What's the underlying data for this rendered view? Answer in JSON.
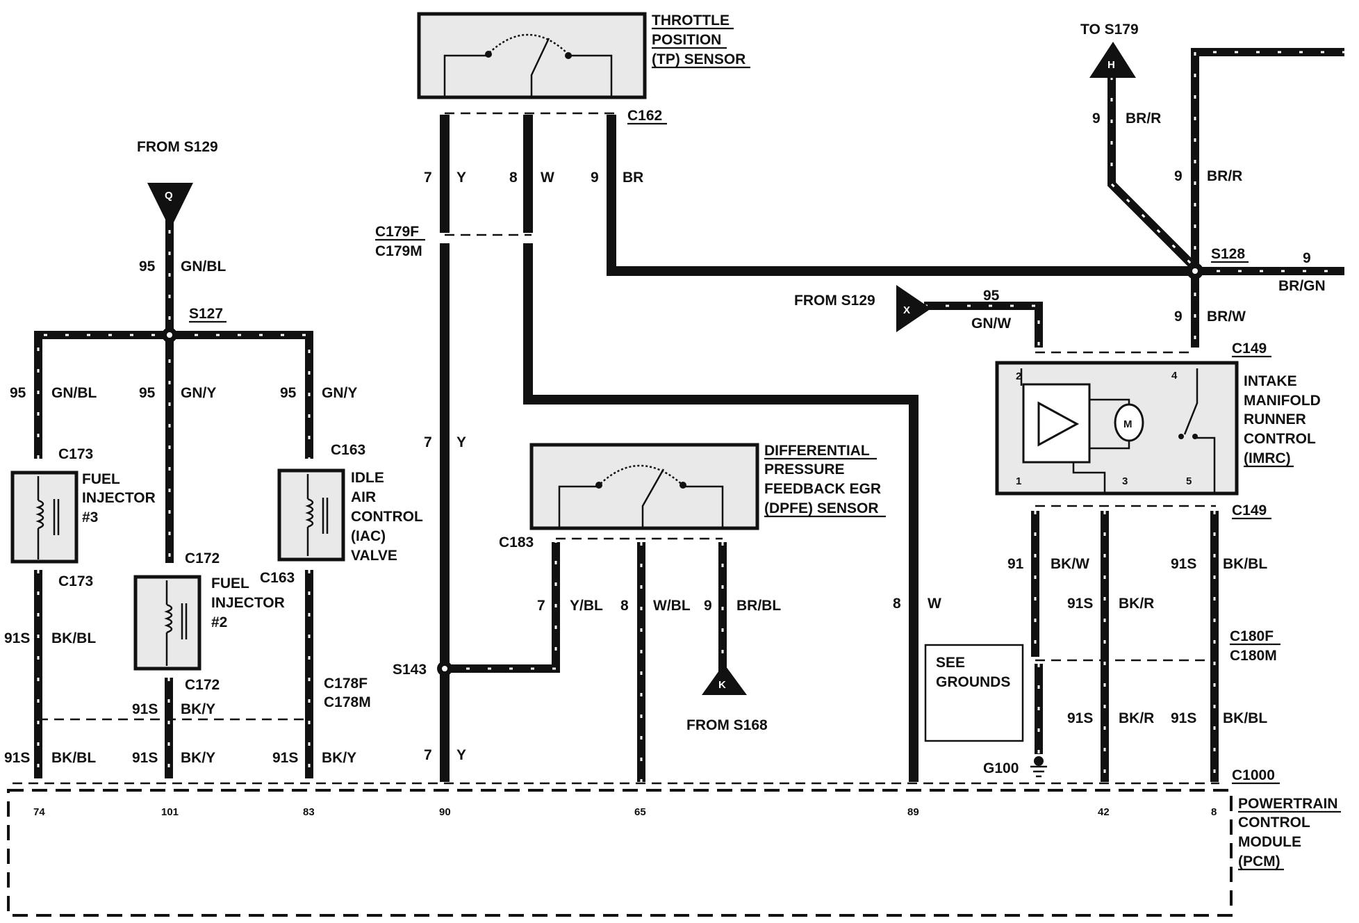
{
  "components": {
    "tp_sensor": [
      "THROTTLE",
      "POSITION",
      "(TP) SENSOR"
    ],
    "dpfe_sensor": [
      "DIFFERENTIAL",
      "PRESSURE",
      "FEEDBACK EGR",
      "(DPFE) SENSOR"
    ],
    "imrc": [
      "INTAKE",
      "MANIFOLD",
      "RUNNER",
      "CONTROL",
      "(IMRC)"
    ],
    "fuel_injector_3": [
      "FUEL",
      "INJECTOR",
      "#3"
    ],
    "fuel_injector_2": [
      "FUEL",
      "INJECTOR",
      "#2"
    ],
    "iac_valve": [
      "IDLE",
      "AIR",
      "CONTROL",
      "(IAC)",
      "VALVE"
    ],
    "pcm": [
      "POWERTRAIN",
      "CONTROL",
      "MODULE",
      "(PCM)"
    ],
    "see_grounds": [
      "SEE",
      "GROUNDS"
    ],
    "imrc_motor": "M"
  },
  "references": {
    "from_s129_left": "FROM S129",
    "from_s129_right": "FROM S129",
    "to_s179": "TO S179",
    "from_s168": "FROM S168",
    "q": "Q",
    "x": "X",
    "h": "H",
    "k": "K"
  },
  "connectors": {
    "c162": "C162",
    "c179f": "C179F",
    "c179m": "C179M",
    "c173_top": "C173",
    "c173_bottom": "C173",
    "c172_top": "C172",
    "c172_bottom": "C172",
    "c163_top": "C163",
    "c163_bottom": "C163",
    "c178f": "C178F",
    "c178m": "C178M",
    "c183": "C183",
    "c149_top": "C149",
    "c149_bottom": "C149",
    "c180f": "C180F",
    "c180m": "C180M",
    "c1000": "C1000"
  },
  "splices": {
    "s127": "S127",
    "s128": "S128",
    "s143": "S143"
  },
  "ground": "G100",
  "imrc_pins": [
    "2",
    "4",
    "1",
    "3",
    "5"
  ],
  "wires": {
    "tp_7": [
      "7",
      "Y"
    ],
    "tp_8": [
      "8",
      "W"
    ],
    "tp_9": [
      "9",
      "BR"
    ],
    "y_mid": [
      "7",
      "Y"
    ],
    "y_bot": [
      "7",
      "Y"
    ],
    "q_feed": [
      "95",
      "GN/BL"
    ],
    "inj3_feed": [
      "95",
      "GN/BL"
    ],
    "inj2_feed": [
      "95",
      "GN/Y"
    ],
    "iac_feed": [
      "95",
      "GN/Y"
    ],
    "inj3_out": [
      "91S",
      "BK/BL"
    ],
    "inj2_out": [
      "91S",
      "BK/Y"
    ],
    "pcm74": [
      "91S",
      "BK/BL"
    ],
    "pcm101": [
      "91S",
      "BK/Y"
    ],
    "pcm83": [
      "91S",
      "BK/Y"
    ],
    "dpfe_7": [
      "7",
      "Y/BL"
    ],
    "dpfe_8": [
      "8",
      "W/BL"
    ],
    "dpfe_9": [
      "9",
      "BR/BL"
    ],
    "w_89": [
      "8",
      "W"
    ],
    "x_feed": [
      "95",
      "GN/W"
    ],
    "h_wire": [
      "9",
      "BR/R"
    ],
    "top_right": [
      "9",
      "BR/R"
    ],
    "s128_right": [
      "9",
      "BR/GN"
    ],
    "s128_down": [
      "9",
      "BR/W"
    ],
    "imrc_1": [
      "91",
      "BK/W"
    ],
    "imrc_3": [
      "91S",
      "BK/R"
    ],
    "imrc_5": [
      "91S",
      "BK/BL"
    ],
    "pcm42": [
      "91S",
      "BK/R"
    ],
    "pcm8": [
      "91S",
      "BK/BL"
    ]
  },
  "pcm_pins": [
    "74",
    "101",
    "83",
    "90",
    "65",
    "89",
    "42",
    "8"
  ],
  "colors": {
    "ink": "#111111",
    "component_fill": "#e9e9e9",
    "paper": "#ffffff"
  }
}
